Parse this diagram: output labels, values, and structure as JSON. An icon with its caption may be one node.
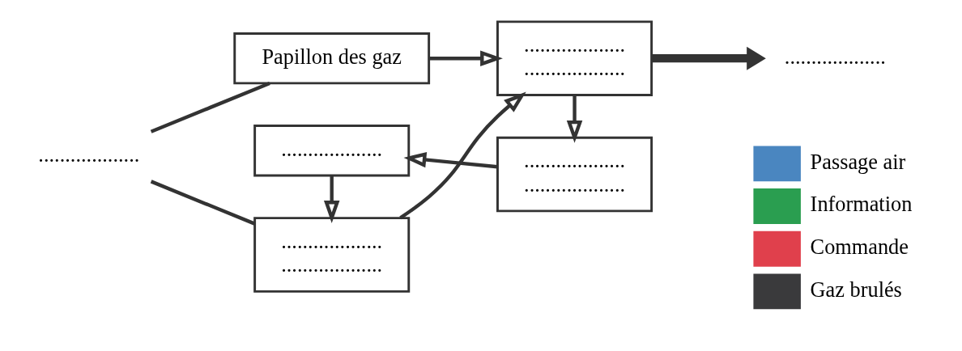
{
  "diagram": {
    "nodes": [
      {
        "text": [
          "..................."
        ]
      },
      {
        "text": [
          "Papillon des gaz"
        ]
      },
      {
        "text": [
          "...................",
          "..................."
        ]
      },
      {
        "text": [
          "..................."
        ]
      },
      {
        "text": [
          "...................",
          "..................."
        ]
      },
      {
        "text": [
          "...................",
          "..................."
        ]
      },
      {
        "text": [
          "..................."
        ]
      }
    ],
    "edges": [
      {
        "from": 0,
        "to": 1,
        "arrow": "none"
      },
      {
        "from": 0,
        "to": 4,
        "arrow": "none"
      },
      {
        "from": 1,
        "to": 2,
        "arrow": "to"
      },
      {
        "from": 4,
        "to": 2,
        "arrow": "to"
      },
      {
        "from": 2,
        "to": 3,
        "arrow": "to",
        "style": "thick",
        "color": "#333333"
      },
      {
        "from": 2,
        "to": 5,
        "arrow": "to"
      },
      {
        "from": 5,
        "to": 6,
        "arrow": "to"
      },
      {
        "from": 6,
        "to": 4,
        "arrow": "to"
      }
    ],
    "legend": [
      {
        "text": "Passage air",
        "color": "#4a86c0"
      },
      {
        "text": "Information",
        "color": "#2a9e50"
      },
      {
        "text": "Commande",
        "color": "#e0404c"
      },
      {
        "text": "Gaz brulés",
        "color": "#3a3a3c"
      }
    ]
  }
}
